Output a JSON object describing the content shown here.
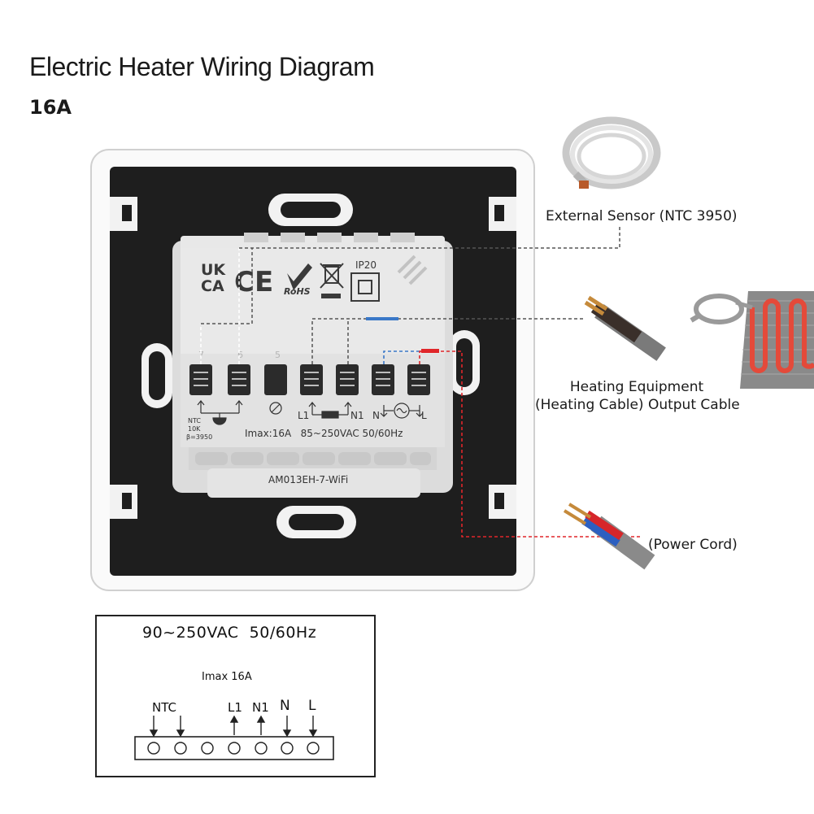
{
  "header": {
    "title": "Electric Heater Wiring Diagram",
    "subtitle": "16A"
  },
  "device": {
    "marks": [
      "UK",
      "CA",
      "CE",
      "RoHS",
      "IP20"
    ],
    "terminal_numbers": [
      "7",
      "6",
      "5"
    ],
    "spec_text": "Imax:16A   85~250VAC 50/60Hz",
    "model": "AM013EH-7-WiFi",
    "ntc_text": [
      "NTC",
      "10K",
      "β=3950"
    ],
    "terminal_labels": [
      "L1",
      "N1",
      "N",
      "L"
    ]
  },
  "callouts": {
    "sensor": "External Sensor (NTC 3950)",
    "heating_line1": "Heating Equipment",
    "heating_line2": "(Heating Cable) Output Cable",
    "power": "(Power Cord)"
  },
  "schematic": {
    "voltage": "90~250VAC  50/60Hz",
    "imax": "Imax 16A",
    "labels": {
      "ntc": "NTC",
      "l1": "L1",
      "n1": "N1",
      "n": "N",
      "l": "L"
    }
  },
  "colors": {
    "frame": "#ffffff",
    "backplate": "#1e1e1e",
    "module": "#e6e6e6",
    "terminal": "#2a2a2a",
    "neutral_wire": "#3a78c8",
    "live_wire": "#e0262a"
  }
}
